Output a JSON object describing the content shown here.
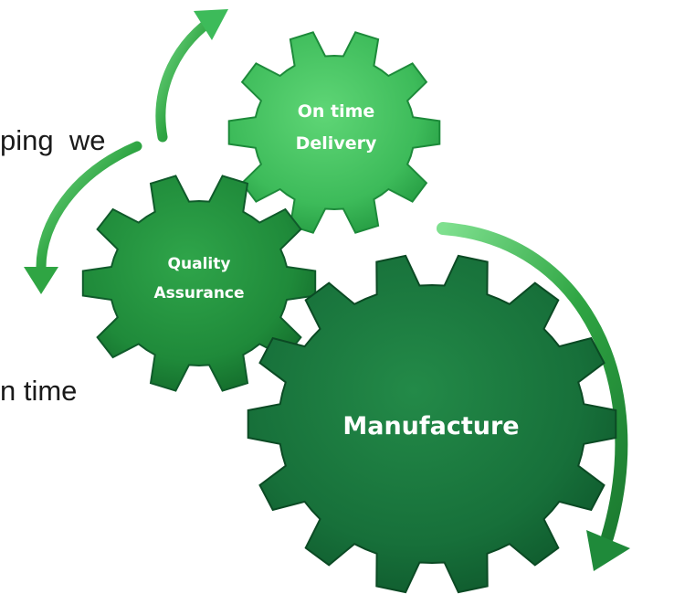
{
  "text_fragments": {
    "top": "ping  we",
    "bottom": "n time"
  },
  "gears": {
    "delivery": {
      "line1": "On time",
      "line2": "Delivery",
      "color": "#3dbb5a"
    },
    "quality": {
      "line1": "Quality",
      "line2": "Assurance",
      "color": "#1f8a3a"
    },
    "manufacture": {
      "label": "Manufacture",
      "color": "#17703a"
    }
  },
  "arrows": {
    "color": "#2fa543"
  }
}
